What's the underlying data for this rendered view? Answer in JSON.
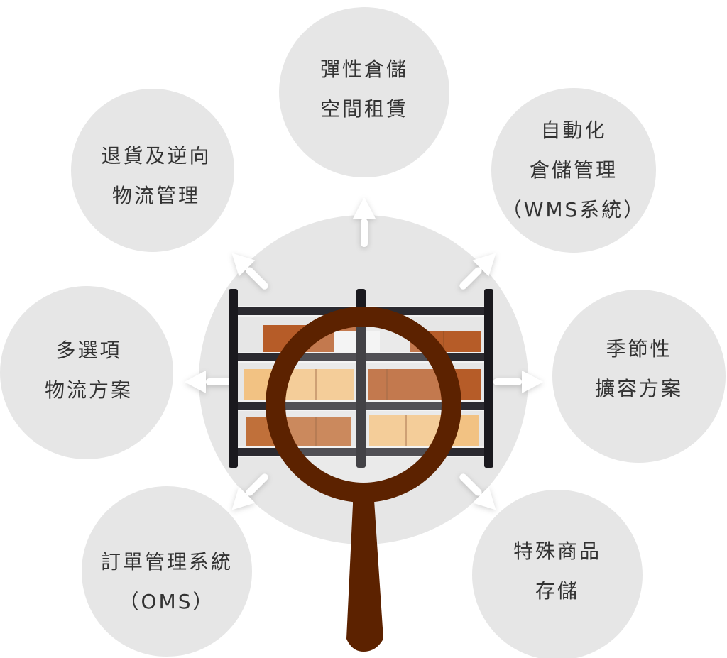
{
  "colors": {
    "circle": "#e6e6e6",
    "rack": "#2b2a30",
    "ring": "#5c2200",
    "box_dark": "#b65c28",
    "box_light": "#f2c283",
    "text": "#333333"
  },
  "services": [
    {
      "lines": [
        "彈性倉儲",
        "空間租賃"
      ]
    },
    {
      "lines": [
        "自動化",
        "倉儲管理",
        "（WMS系統）"
      ]
    },
    {
      "lines": [
        "季節性",
        "擴容方案"
      ]
    },
    {
      "lines": [
        "特殊商品",
        "存儲"
      ]
    },
    {
      "lines": [
        "訂單管理系統",
        "（OMS）"
      ]
    },
    {
      "lines": [
        "多選項",
        "物流方案"
      ]
    },
    {
      "lines": [
        "退貨及逆向",
        "物流管理"
      ]
    }
  ]
}
